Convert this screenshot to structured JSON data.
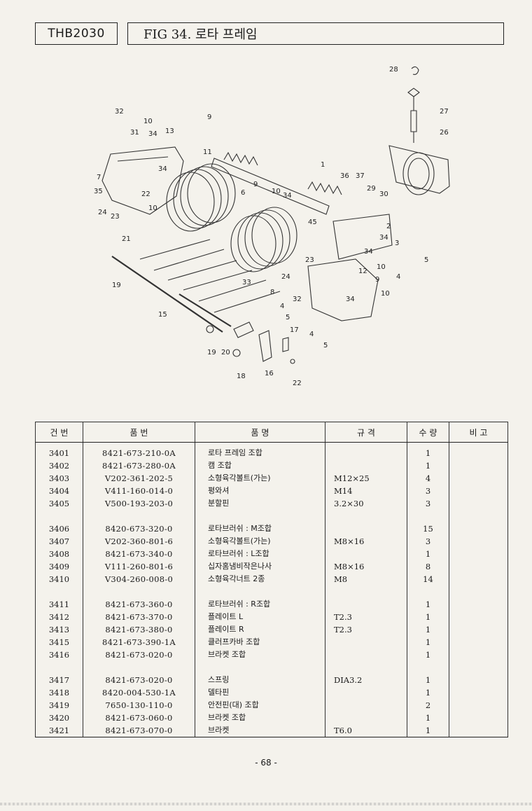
{
  "header": {
    "model": "THB2030",
    "figure_title": "FIG 34. 로타 프레임"
  },
  "diagram": {
    "callouts": [
      "28",
      "27",
      "26",
      "32",
      "10",
      "31",
      "34",
      "13",
      "9",
      "11",
      "7",
      "34",
      "35",
      "22",
      "10",
      "1",
      "36",
      "37",
      "29",
      "30",
      "9",
      "10",
      "34",
      "6",
      "45",
      "24",
      "23",
      "21",
      "2",
      "34",
      "3",
      "34",
      "5",
      "19",
      "23",
      "12",
      "10",
      "4",
      "9",
      "33",
      "24",
      "8",
      "10",
      "32",
      "34",
      "15",
      "4",
      "5",
      "17",
      "4",
      "19",
      "20",
      "5",
      "16",
      "18",
      "22"
    ]
  },
  "table": {
    "headers": [
      "건  번",
      "품        번",
      "품            명",
      "규        격",
      "수 량",
      "비  고"
    ],
    "groups": [
      [
        {
          "no": "3401",
          "part": "8421-673-210-0A",
          "name": "로타 프레임 조합",
          "spec": "",
          "qty": "1"
        },
        {
          "no": "3402",
          "part": "8421-673-280-0A",
          "name": "캠 조합",
          "spec": "",
          "qty": "1"
        },
        {
          "no": "3403",
          "part": "V202-361-202-5",
          "name": "소형육각볼트(가는)",
          "spec": "M12×25",
          "qty": "4"
        },
        {
          "no": "3404",
          "part": "V411-160-014-0",
          "name": "평와셔",
          "spec": "M14",
          "qty": "3"
        },
        {
          "no": "3405",
          "part": "V500-193-203-0",
          "name": "분할핀",
          "spec": "3.2×30",
          "qty": "3"
        }
      ],
      [
        {
          "no": "3406",
          "part": "8420-673-320-0",
          "name": "로타브러쉬 : M조합",
          "spec": "",
          "qty": "15"
        },
        {
          "no": "3407",
          "part": "V202-360-801-6",
          "name": "소형육각볼트(가는)",
          "spec": "M8×16",
          "qty": "3"
        },
        {
          "no": "3408",
          "part": "8421-673-340-0",
          "name": "로타브러쉬 : L조합",
          "spec": "",
          "qty": "1"
        },
        {
          "no": "3409",
          "part": "V111-260-801-6",
          "name": "십자홈냄비작은나사",
          "spec": "M8×16",
          "qty": "8"
        },
        {
          "no": "3410",
          "part": "V304-260-008-0",
          "name": "소형육각너트 2종",
          "spec": "M8",
          "qty": "14"
        }
      ],
      [
        {
          "no": "3411",
          "part": "8421-673-360-0",
          "name": "로타브러쉬 : R조합",
          "spec": "",
          "qty": "1"
        },
        {
          "no": "3412",
          "part": "8421-673-370-0",
          "name": "플레이트 L",
          "spec": "T2.3",
          "qty": "1"
        },
        {
          "no": "3413",
          "part": "8421-673-380-0",
          "name": "플레이트 R",
          "spec": "T2.3",
          "qty": "1"
        },
        {
          "no": "3415",
          "part": "8421-673-390-1A",
          "name": "클러프카바 조합",
          "spec": "",
          "qty": "1"
        },
        {
          "no": "3416",
          "part": "8421-673-020-0",
          "name": "브라켓 조합",
          "spec": "",
          "qty": "1"
        }
      ],
      [
        {
          "no": "3417",
          "part": "8421-673-020-0",
          "name": "스프링",
          "spec": "DIA3.2",
          "qty": "1"
        },
        {
          "no": "3418",
          "part": "8420-004-530-1A",
          "name": "델타핀",
          "spec": "",
          "qty": "1"
        },
        {
          "no": "3419",
          "part": "7650-130-110-0",
          "name": "안전핀(대) 조합",
          "spec": "",
          "qty": "2"
        },
        {
          "no": "3420",
          "part": "8421-673-060-0",
          "name": "브라켓 조합",
          "spec": "",
          "qty": "1"
        },
        {
          "no": "3421",
          "part": "8421-673-070-0",
          "name": "브라켓",
          "spec": "T6.0",
          "qty": "1"
        }
      ]
    ]
  },
  "footer": {
    "page_number": "- 68 -"
  }
}
